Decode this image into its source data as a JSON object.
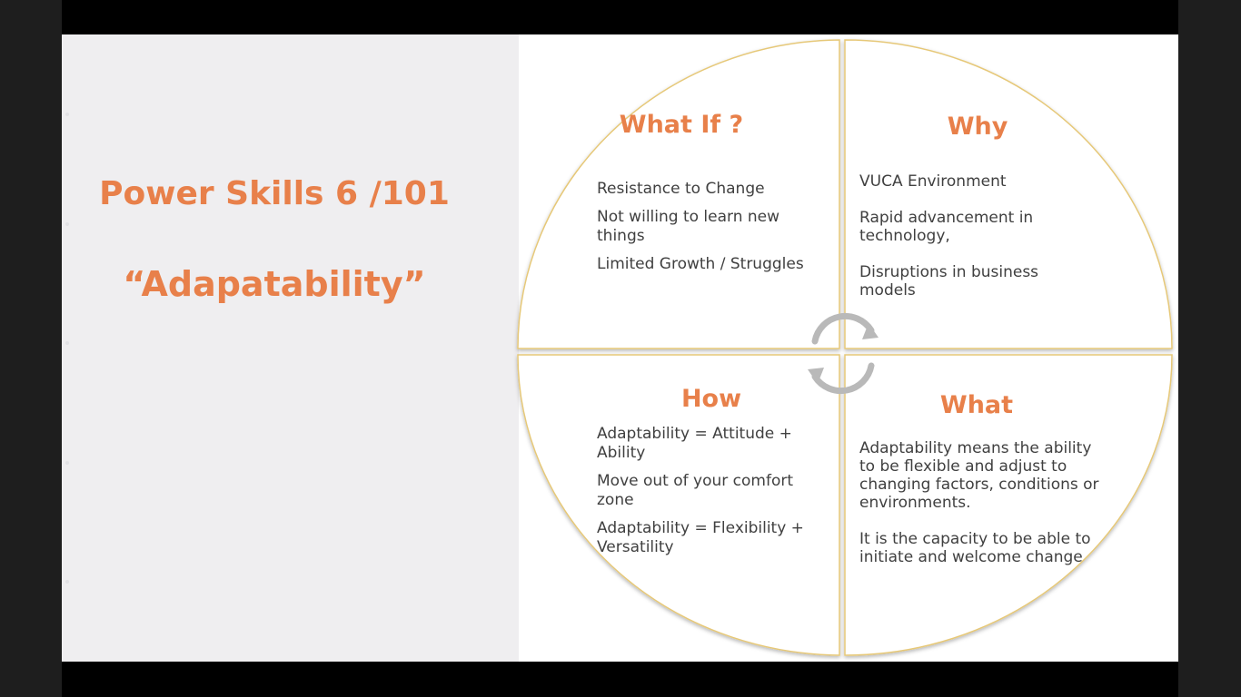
{
  "slide": {
    "title": "Power Skills 6 /101",
    "subtitle": "“Adapatability”"
  },
  "quadrants": {
    "what_if": {
      "heading": "What If ?",
      "items": [
        "Resistance to Change",
        "Not willing to learn new things",
        "Limited Growth / Struggles"
      ]
    },
    "why": {
      "heading": "Why",
      "items": [
        "VUCA Environment",
        "Rapid advancement in technology,",
        "Disruptions in business models"
      ]
    },
    "how": {
      "heading": "How",
      "items": [
        "Adaptability = Attitude + Ability",
        "Move out of your comfort zone",
        "Adaptability = Flexibility + Versatility"
      ]
    },
    "what": {
      "heading": "What",
      "items": [
        "Adaptability means the ability to be flexible and adjust to changing factors, conditions or environments.",
        "It is the capacity to be able to initiate and welcome change"
      ]
    }
  },
  "icons": {
    "center": "cycle-arrows-icon"
  },
  "colors": {
    "accent": "#e8804a",
    "border": "#e6c878",
    "text": "#404040",
    "panel": "#efeef0"
  }
}
